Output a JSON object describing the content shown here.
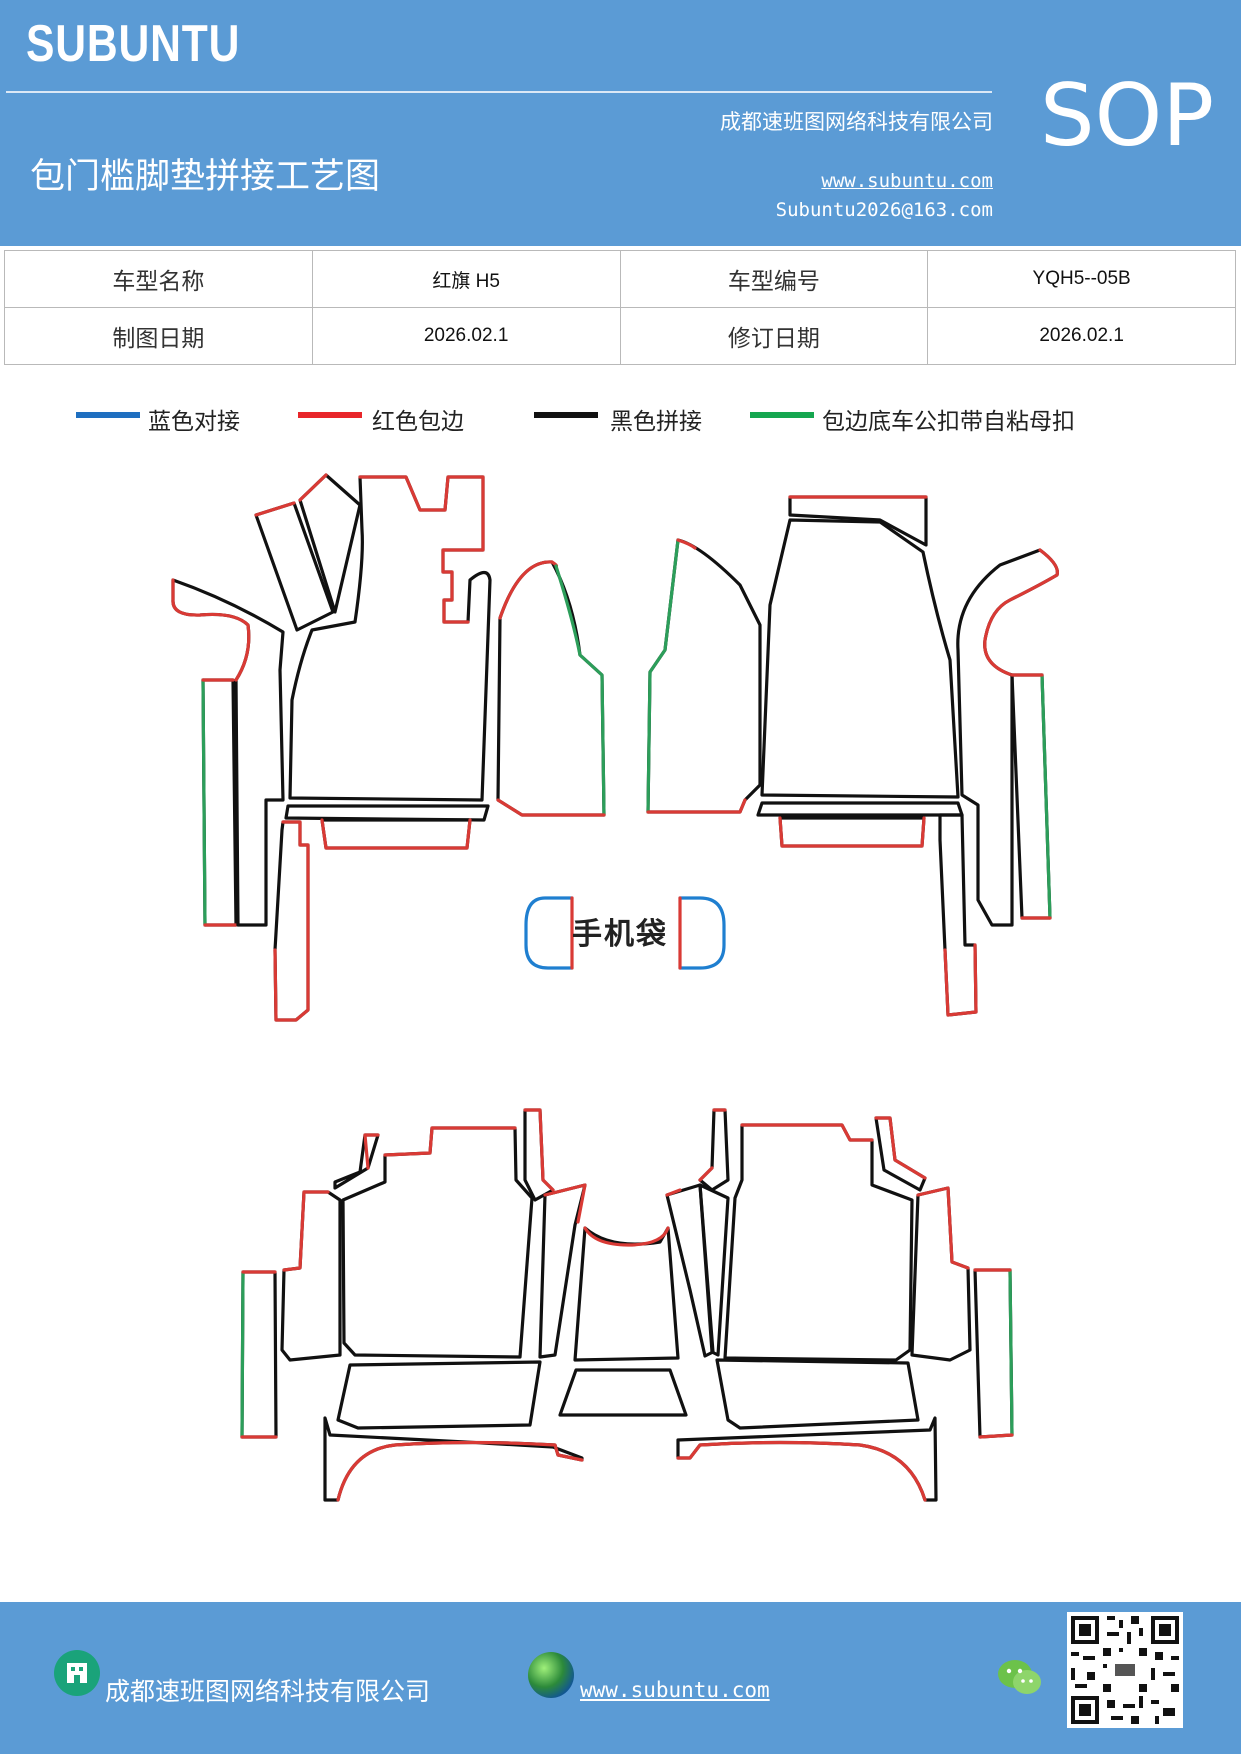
{
  "header": {
    "brand": "SUBUNTU",
    "badge": "SOP",
    "company": "成都速班图网络科技有限公司",
    "title": "包门槛脚垫拼接工艺图",
    "website": "www.subuntu.com",
    "email": "Subuntu2026@163.com"
  },
  "info_table": {
    "rows": [
      {
        "label1": "车型名称",
        "value1": "红旗 H5",
        "label2": "车型编号",
        "value2": "YQH5--05B"
      },
      {
        "label1": "制图日期",
        "value1": "2026.02.1",
        "label2": "修订日期",
        "value2": "2026.02.1"
      }
    ]
  },
  "legend": [
    {
      "label": "蓝色对接",
      "color": "#1f6fc0"
    },
    {
      "label": "红色包边",
      "color": "#e8262a"
    },
    {
      "label": "黑色拼接",
      "color": "#111111"
    },
    {
      "label": "包边底车公扣带自粘母扣",
      "color": "#15a64f"
    }
  ],
  "diagram": {
    "phone_bag_label": "手机袋",
    "colors": {
      "blue": "#1f7fd0",
      "red": "#d93a35",
      "black": "#111111",
      "green": "#2c9e5a"
    }
  },
  "footer": {
    "company": "成都速班图网络科技有限公司",
    "website": "www.subuntu.com",
    "icons": [
      "building-icon",
      "globe-icon",
      "wechat-icon",
      "qr-code"
    ]
  }
}
